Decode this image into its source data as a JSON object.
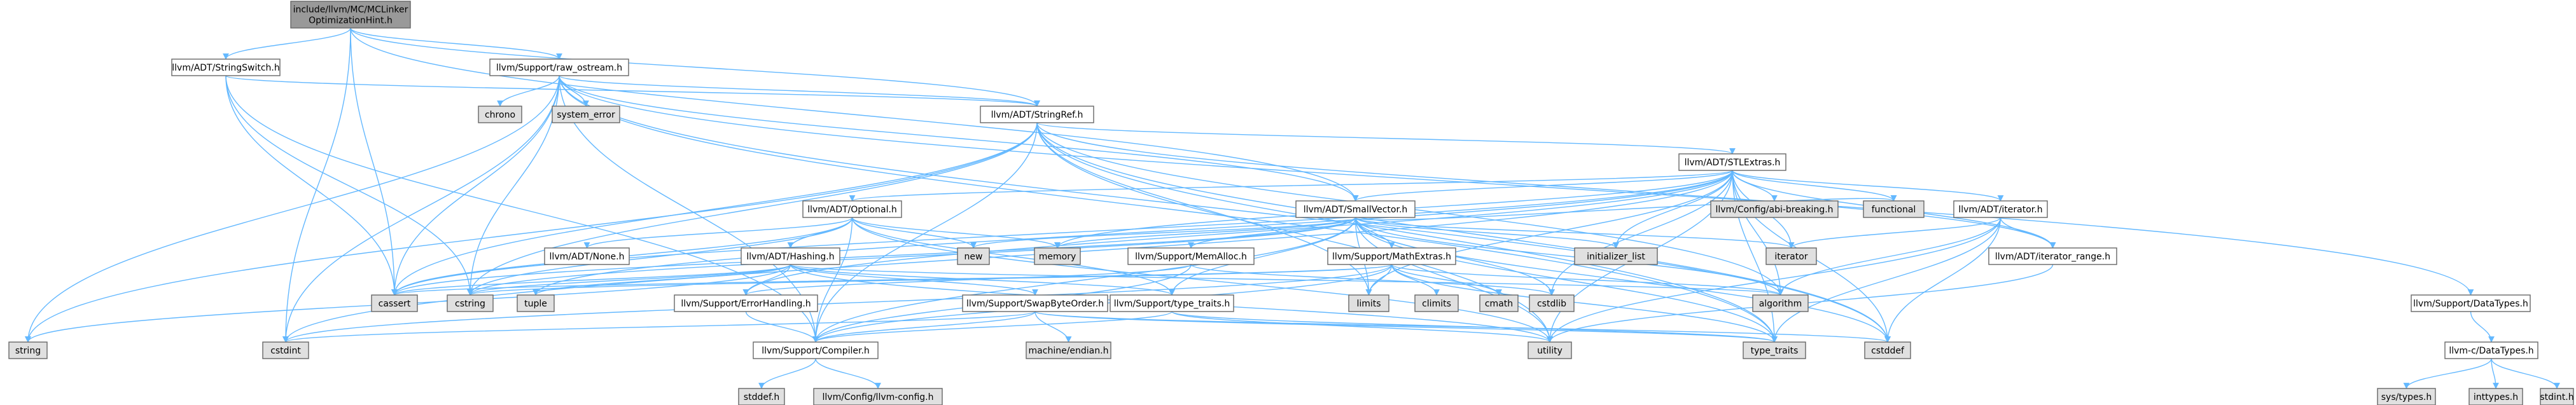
{
  "colors": {
    "root_fill": "#999999",
    "project_fill": "#ffffff",
    "system_fill": "#e0e0e0",
    "border": "#666666",
    "edge": "#63b8ff",
    "edge_alt": "#1e6aa8"
  },
  "nodes": [
    {
      "id": "root",
      "kind": "root",
      "lines": [
        "include/llvm/MC/MCLinker",
        "OptimizationHint.h"
      ]
    },
    {
      "id": "stringswitch",
      "kind": "project",
      "lines": [
        "llvm/ADT/StringSwitch.h"
      ]
    },
    {
      "id": "raw_ostream",
      "kind": "project",
      "lines": [
        "llvm/Support/raw_ostream.h"
      ]
    },
    {
      "id": "chrono",
      "kind": "system",
      "lines": [
        "chrono"
      ]
    },
    {
      "id": "system_error",
      "kind": "system",
      "lines": [
        "system_error"
      ]
    },
    {
      "id": "stringref",
      "kind": "project",
      "lines": [
        "llvm/ADT/StringRef.h"
      ]
    },
    {
      "id": "stlextras",
      "kind": "project",
      "lines": [
        "llvm/ADT/STLExtras.h"
      ]
    },
    {
      "id": "abi_breaking",
      "kind": "system",
      "lines": [
        "llvm/Config/abi-breaking.h"
      ]
    },
    {
      "id": "functional",
      "kind": "system",
      "lines": [
        "functional"
      ]
    },
    {
      "id": "adt_iterator",
      "kind": "project",
      "lines": [
        "llvm/ADT/iterator.h"
      ]
    },
    {
      "id": "optional",
      "kind": "project",
      "lines": [
        "llvm/ADT/Optional.h"
      ]
    },
    {
      "id": "smallvector",
      "kind": "project",
      "lines": [
        "llvm/ADT/SmallVector.h"
      ]
    },
    {
      "id": "none",
      "kind": "project",
      "lines": [
        "llvm/ADT/None.h"
      ]
    },
    {
      "id": "hashing",
      "kind": "project",
      "lines": [
        "llvm/ADT/Hashing.h"
      ]
    },
    {
      "id": "new",
      "kind": "system",
      "lines": [
        "new"
      ]
    },
    {
      "id": "memory",
      "kind": "system",
      "lines": [
        "memory"
      ]
    },
    {
      "id": "memalloc",
      "kind": "project",
      "lines": [
        "llvm/Support/MemAlloc.h"
      ]
    },
    {
      "id": "mathextras",
      "kind": "project",
      "lines": [
        "llvm/Support/MathExtras.h"
      ]
    },
    {
      "id": "initializer_list",
      "kind": "system",
      "lines": [
        "initializer_list"
      ]
    },
    {
      "id": "std_iterator",
      "kind": "system",
      "lines": [
        "iterator"
      ]
    },
    {
      "id": "iterator_range",
      "kind": "project",
      "lines": [
        "llvm/ADT/iterator_range.h"
      ]
    },
    {
      "id": "cassert",
      "kind": "system",
      "lines": [
        "cassert"
      ]
    },
    {
      "id": "cstring",
      "kind": "system",
      "lines": [
        "cstring"
      ]
    },
    {
      "id": "tuple",
      "kind": "system",
      "lines": [
        "tuple"
      ]
    },
    {
      "id": "errorhandling",
      "kind": "project",
      "lines": [
        "llvm/Support/ErrorHandling.h"
      ]
    },
    {
      "id": "swapbyteorder",
      "kind": "project",
      "lines": [
        "llvm/Support/SwapByteOrder.h"
      ]
    },
    {
      "id": "type_traits_h",
      "kind": "project",
      "lines": [
        "llvm/Support/type_traits.h"
      ]
    },
    {
      "id": "limits",
      "kind": "system",
      "lines": [
        "limits"
      ]
    },
    {
      "id": "climits",
      "kind": "system",
      "lines": [
        "climits"
      ]
    },
    {
      "id": "cmath",
      "kind": "system",
      "lines": [
        "cmath"
      ]
    },
    {
      "id": "cstdlib",
      "kind": "system",
      "lines": [
        "cstdlib"
      ]
    },
    {
      "id": "algorithm",
      "kind": "system",
      "lines": [
        "algorithm"
      ]
    },
    {
      "id": "datatypes",
      "kind": "project",
      "lines": [
        "llvm/Support/DataTypes.h"
      ]
    },
    {
      "id": "string",
      "kind": "system",
      "lines": [
        "string"
      ]
    },
    {
      "id": "cstdint",
      "kind": "system",
      "lines": [
        "cstdint"
      ]
    },
    {
      "id": "compiler",
      "kind": "project",
      "lines": [
        "llvm/Support/Compiler.h"
      ]
    },
    {
      "id": "machine_endian",
      "kind": "system",
      "lines": [
        "machine/endian.h"
      ]
    },
    {
      "id": "utility",
      "kind": "system",
      "lines": [
        "utility"
      ]
    },
    {
      "id": "type_traits",
      "kind": "system",
      "lines": [
        "type_traits"
      ]
    },
    {
      "id": "cstddef",
      "kind": "system",
      "lines": [
        "cstddef"
      ]
    },
    {
      "id": "c_datatypes",
      "kind": "project",
      "lines": [
        "llvm-c/DataTypes.h"
      ]
    },
    {
      "id": "stddef_h",
      "kind": "system",
      "lines": [
        "stddef.h"
      ]
    },
    {
      "id": "llvm_config",
      "kind": "system",
      "lines": [
        "llvm/Config/llvm-config.h"
      ]
    },
    {
      "id": "sys_types",
      "kind": "system",
      "lines": [
        "sys/types.h"
      ]
    },
    {
      "id": "inttypes",
      "kind": "system",
      "lines": [
        "inttypes.h"
      ]
    },
    {
      "id": "stdint",
      "kind": "system",
      "lines": [
        "stdint.h"
      ]
    }
  ],
  "edges": [
    [
      "root",
      "stringswitch"
    ],
    [
      "root",
      "raw_ostream"
    ],
    [
      "root",
      "stringref"
    ],
    [
      "root",
      "smallvector"
    ],
    [
      "root",
      "cassert"
    ],
    [
      "root",
      "cstdint"
    ],
    [
      "stringswitch",
      "stringref"
    ],
    [
      "stringswitch",
      "compiler"
    ],
    [
      "stringswitch",
      "cassert"
    ],
    [
      "stringswitch",
      "cstring"
    ],
    [
      "raw_ostream",
      "stringref"
    ],
    [
      "raw_ostream",
      "chrono"
    ],
    [
      "raw_ostream",
      "system_error"
    ],
    [
      "raw_ostream",
      "compiler"
    ],
    [
      "raw_ostream",
      "datatypes"
    ],
    [
      "raw_ostream",
      "cassert"
    ],
    [
      "raw_ostream",
      "cstddef"
    ],
    [
      "raw_ostream",
      "cstdint"
    ],
    [
      "raw_ostream",
      "cstring"
    ],
    [
      "raw_ostream",
      "string"
    ],
    [
      "raw_ostream",
      "type_traits"
    ],
    [
      "raw_ostream",
      "smallvector"
    ],
    [
      "stringref",
      "stlextras"
    ],
    [
      "stringref",
      "iterator_range"
    ],
    [
      "stringref",
      "compiler"
    ],
    [
      "stringref",
      "algorithm"
    ],
    [
      "stringref",
      "cassert"
    ],
    [
      "stringref",
      "cstddef"
    ],
    [
      "stringref",
      "cstring"
    ],
    [
      "stringref",
      "limits"
    ],
    [
      "stringref",
      "string"
    ],
    [
      "stringref",
      "type_traits"
    ],
    [
      "stringref",
      "utility"
    ],
    [
      "stlextras",
      "abi_breaking"
    ],
    [
      "stlextras",
      "functional"
    ],
    [
      "stlextras",
      "adt_iterator"
    ],
    [
      "stlextras",
      "optional"
    ],
    [
      "stlextras",
      "smallvector"
    ],
    [
      "stlextras",
      "initializer_list"
    ],
    [
      "stlextras",
      "std_iterator"
    ],
    [
      "stlextras",
      "iterator_range"
    ],
    [
      "stlextras",
      "errorhandling"
    ],
    [
      "stlextras",
      "algorithm"
    ],
    [
      "stlextras",
      "cassert"
    ],
    [
      "stlextras",
      "cstddef"
    ],
    [
      "stlextras",
      "cstdint"
    ],
    [
      "stlextras",
      "cstdlib"
    ],
    [
      "stlextras",
      "limits"
    ],
    [
      "stlextras",
      "memory"
    ],
    [
      "stlextras",
      "tuple"
    ],
    [
      "stlextras",
      "type_traits"
    ],
    [
      "stlextras",
      "utility"
    ],
    [
      "adt_iterator",
      "iterator_range"
    ],
    [
      "adt_iterator",
      "std_iterator"
    ],
    [
      "adt_iterator",
      "cstddef"
    ],
    [
      "adt_iterator",
      "type_traits"
    ],
    [
      "adt_iterator",
      "utility"
    ],
    [
      "adt_iterator",
      "algorithm"
    ],
    [
      "optional",
      "none"
    ],
    [
      "optional",
      "hashing"
    ],
    [
      "optional",
      "new"
    ],
    [
      "optional",
      "memory"
    ],
    [
      "optional",
      "type_traits_h"
    ],
    [
      "optional",
      "compiler"
    ],
    [
      "optional",
      "cassert"
    ],
    [
      "optional",
      "cstring"
    ],
    [
      "optional",
      "utility"
    ],
    [
      "smallvector",
      "compiler"
    ],
    [
      "smallvector",
      "memalloc"
    ],
    [
      "smallvector",
      "mathextras"
    ],
    [
      "smallvector",
      "type_traits_h"
    ],
    [
      "smallvector",
      "algorithm"
    ],
    [
      "smallvector",
      "cassert"
    ],
    [
      "smallvector",
      "cstddef"
    ],
    [
      "smallvector",
      "cstdlib"
    ],
    [
      "smallvector",
      "cstring"
    ],
    [
      "smallvector",
      "functional"
    ],
    [
      "smallvector",
      "initializer_list"
    ],
    [
      "smallvector",
      "std_iterator"
    ],
    [
      "smallvector",
      "limits"
    ],
    [
      "smallvector",
      "memory"
    ],
    [
      "smallvector",
      "new"
    ],
    [
      "smallvector",
      "type_traits"
    ],
    [
      "smallvector",
      "utility"
    ],
    [
      "hashing",
      "errorhandling"
    ],
    [
      "hashing",
      "swapbyteorder"
    ],
    [
      "hashing",
      "type_traits_h"
    ],
    [
      "hashing",
      "algorithm"
    ],
    [
      "hashing",
      "cassert"
    ],
    [
      "hashing",
      "cstring"
    ],
    [
      "hashing",
      "string"
    ],
    [
      "hashing",
      "tuple"
    ],
    [
      "hashing",
      "utility"
    ],
    [
      "memalloc",
      "compiler"
    ],
    [
      "memalloc",
      "errorhandling"
    ],
    [
      "memalloc",
      "cstdlib"
    ],
    [
      "mathextras",
      "compiler"
    ],
    [
      "mathextras",
      "algorithm"
    ],
    [
      "mathextras",
      "cassert"
    ],
    [
      "mathextras",
      "climits"
    ],
    [
      "mathextras",
      "cmath"
    ],
    [
      "mathextras",
      "cstdint"
    ],
    [
      "mathextras",
      "cstring"
    ],
    [
      "mathextras",
      "limits"
    ],
    [
      "mathextras",
      "type_traits"
    ],
    [
      "iterator_range",
      "utility"
    ],
    [
      "errorhandling",
      "compiler"
    ],
    [
      "swapbyteorder",
      "machine_endian"
    ],
    [
      "swapbyteorder",
      "compiler"
    ],
    [
      "swapbyteorder",
      "cstddef"
    ],
    [
      "swapbyteorder",
      "cstdint"
    ],
    [
      "swapbyteorder",
      "type_traits"
    ],
    [
      "type_traits_h",
      "compiler"
    ],
    [
      "type_traits_h",
      "type_traits"
    ],
    [
      "type_traits_h",
      "utility"
    ],
    [
      "compiler",
      "stddef_h"
    ],
    [
      "compiler",
      "llvm_config"
    ],
    [
      "datatypes",
      "c_datatypes"
    ],
    [
      "c_datatypes",
      "sys_types"
    ],
    [
      "c_datatypes",
      "inttypes"
    ],
    [
      "c_datatypes",
      "stdint"
    ]
  ]
}
